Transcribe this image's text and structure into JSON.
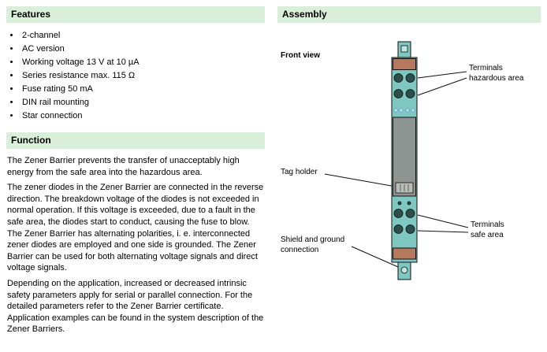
{
  "features": {
    "title": "Features",
    "items": [
      "2-channel",
      "AC version",
      "Working voltage 13 V at 10 µA",
      "Series resistance max. 115 Ω",
      "Fuse rating 50 mA",
      "DIN rail mounting",
      "Star connection"
    ]
  },
  "function": {
    "title": "Function",
    "paragraphs": [
      "The Zener Barrier prevents the transfer of unacceptably high energy from the safe area into the hazardous area.",
      "The zener diodes in the Zener Barrier are connected in the reverse direction. The breakdown voltage of the diodes is not exceeded in normal operation. If this voltage is exceeded, due to a fault in the safe area, the diodes start to conduct, causing the fuse to blow. The Zener Barrier has alternating polarities, i. e. interconnected zener diodes are employed and one side is grounded. The Zener Barrier can be used for both alternating voltage signals and direct voltage signals.",
      "Depending on the application, increased or decreased intrinsic safety parameters apply for serial or parallel connection. For the detailed parameters refer to the Zener Barrier certificate. Application examples can be found in the system description of the Zener Barriers."
    ]
  },
  "assembly": {
    "title": "Assembly",
    "front_view": "Front view",
    "labels": {
      "terminals_hazardous": "Terminals\nhazardous area",
      "tag_holder": "Tag holder",
      "terminals_safe": "Terminals\nsafe area",
      "shield_ground": "Shield and ground\nconnection"
    }
  },
  "colors": {
    "header-bg": "#d9efd9",
    "device-teal": "#7ec8c1",
    "device-teal-light": "#bfe6e2",
    "screw-dark": "#2a4f4c",
    "front-gray": "#8e9492",
    "slot-gray": "#b9beba",
    "cap-brown": "#b5795d",
    "dot-blue": "#a6d7ef",
    "line-black": "#111111"
  }
}
